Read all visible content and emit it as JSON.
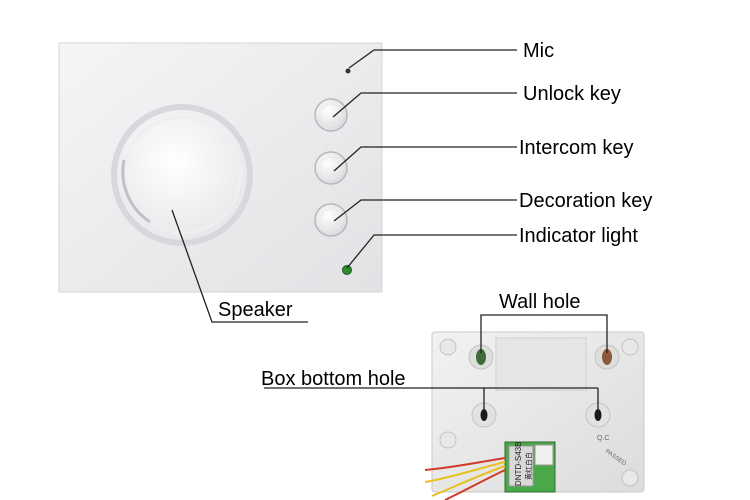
{
  "labels": {
    "mic": "Mic",
    "unlock_key": "Unlock key",
    "intercom_key": "Intercom key",
    "decoration_key": "Decoration key",
    "indicator_light": "Indicator light",
    "speaker": "Speaker",
    "wall_hole": "Wall hole",
    "box_bottom_hole": "Box bottom hole"
  },
  "device_text": {
    "label_code": "DNTD-S43B",
    "label_cn": "黄红白白",
    "stamp_top": "Q.C",
    "stamp_bottom": "PASSED"
  },
  "colors": {
    "leader_line": "#222222",
    "panel_face": "#ececee",
    "indicator": "#2e8b2e",
    "wire_yellow": "#e8c020",
    "wire_red": "#d23a2a",
    "pcb_green": "#4aa84a"
  }
}
